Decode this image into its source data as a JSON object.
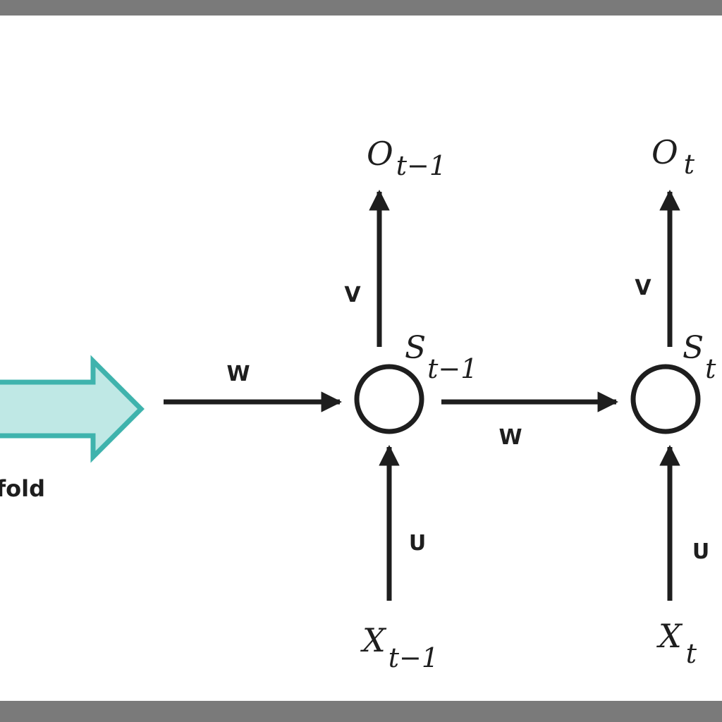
{
  "unfold_label": "unfold",
  "colors": {
    "arrow_fill": "#bfe8e5",
    "arrow_stroke": "#3fb3ad",
    "line": "#1e1e1e",
    "frame": "#7a7a7a"
  },
  "steps": [
    {
      "output": "O",
      "output_sub": "t−1",
      "state": "S",
      "state_sub": "t−1",
      "input": "X",
      "input_sub": "t−1",
      "v_label": "V",
      "u_label": "U"
    },
    {
      "output": "O",
      "output_sub": "t",
      "state": "S",
      "state_sub": "t",
      "input": "X",
      "input_sub": "t",
      "v_label": "V",
      "u_label": "U"
    }
  ],
  "w_labels": [
    "W",
    "W"
  ]
}
